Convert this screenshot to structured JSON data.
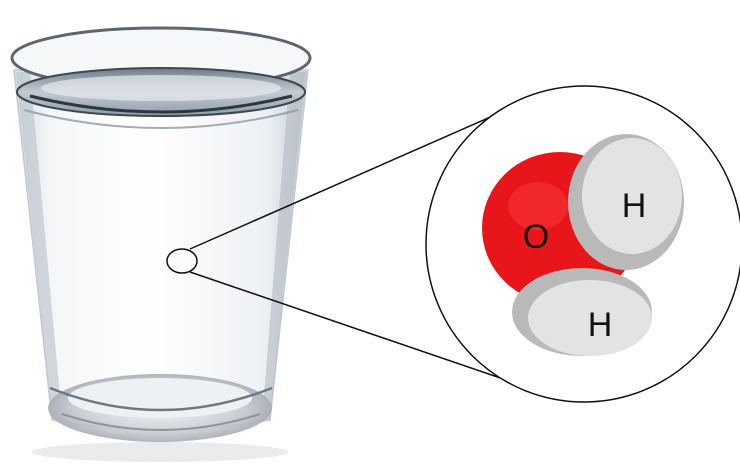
{
  "colors": {
    "background": "#ffffff",
    "oxygen": "#e8151b",
    "hydrogen": "#e3e3e3",
    "hydrogen_shadow": "#b9b9b9",
    "outline": "#111111"
  },
  "molecule": {
    "oxygen_label": "O",
    "hydrogen_top_label": "H",
    "hydrogen_bottom_label": "H"
  }
}
